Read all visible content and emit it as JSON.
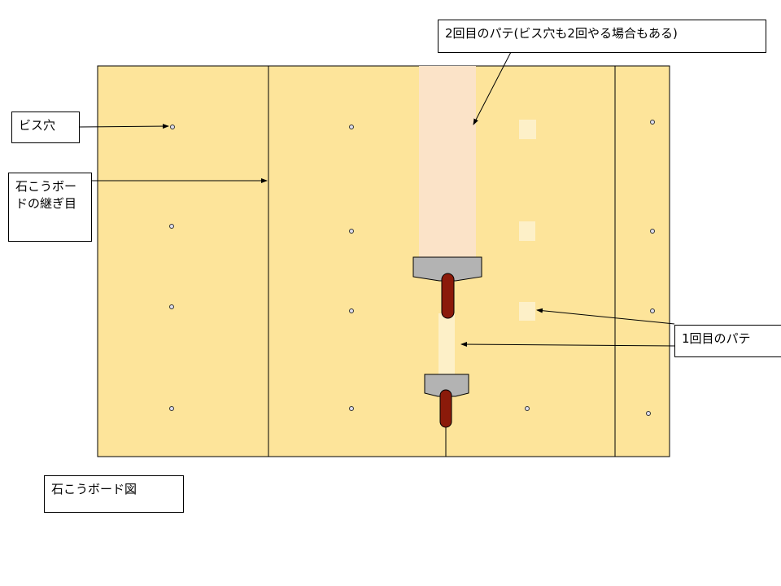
{
  "title": "石こうボード図",
  "labels": {
    "second_putty": "2回目のパテ(ビス穴も2回やる場合もある)",
    "screw_hole": "ビス穴",
    "board_seam": "石こうボードの継ぎ目",
    "first_putty": "1回目のパテ",
    "figure_title": "石こうボード図"
  },
  "colors": {
    "board": "#fde49a",
    "second_putty": "#fbe3c8",
    "first_putty": "#fdf0c8",
    "knife_blade": "#b3b3b3",
    "knife_handle": "#8b1a0a"
  }
}
